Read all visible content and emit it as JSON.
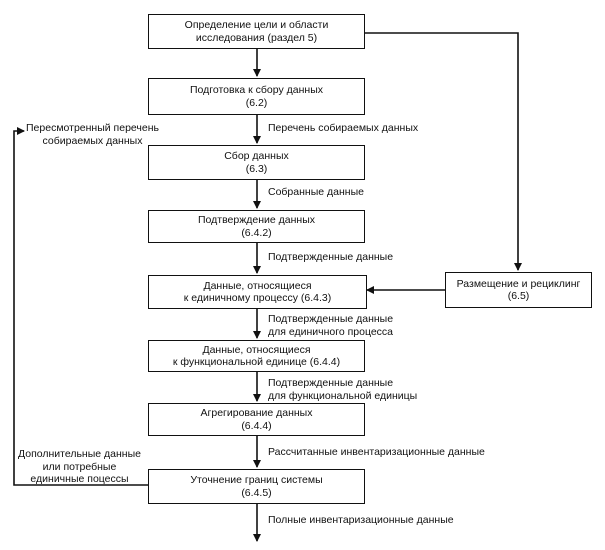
{
  "nodes": {
    "goal": {
      "line1": "Определение цели  и области",
      "line2": "исследования (раздел 5)"
    },
    "prep": {
      "line1": "Подготовка к сбору данных",
      "line2": "(6.2)"
    },
    "collect": {
      "line1": "Сбор данных",
      "line2": "(6.3)"
    },
    "validate": {
      "line1": "Подтверждение данных",
      "line2": "(6.4.2)"
    },
    "unit_process": {
      "line1": "Данные, относящиеся",
      "line2": "к единичному процессу (6.4.3)"
    },
    "functional_unit": {
      "line1": "Данные, относящиеся",
      "line2": "к функциональной единице (6.4.4)"
    },
    "aggregate": {
      "line1": "Агрегирование данных",
      "line2": "(6.4.4)"
    },
    "boundary": {
      "line1": "Уточнение границ системы",
      "line2": "(6.4.5)"
    },
    "allocation": {
      "line1": "Размещение и рециклинг",
      "line2": "(6.5)"
    }
  },
  "edges": {
    "data_list": "Перечень собираемых данных",
    "collected": "Собранные данные",
    "validated": "Подтвержденные данные",
    "validated_unit_1": "Подтвержденные данные",
    "validated_unit_2": "для единичного процесса",
    "validated_func_1": "Подтвержденные данные",
    "validated_func_2": "для функциональной единицы",
    "calculated": "Рассчитанные инвентаризационные данные",
    "complete": "Полные инвентаризационные данные",
    "revised_1": "Пересмотренный перечень",
    "revised_2": "собираемых данных",
    "additional_1": "Дополнительные данные",
    "additional_2": "или потребные",
    "additional_3": "единичные поцессы"
  }
}
